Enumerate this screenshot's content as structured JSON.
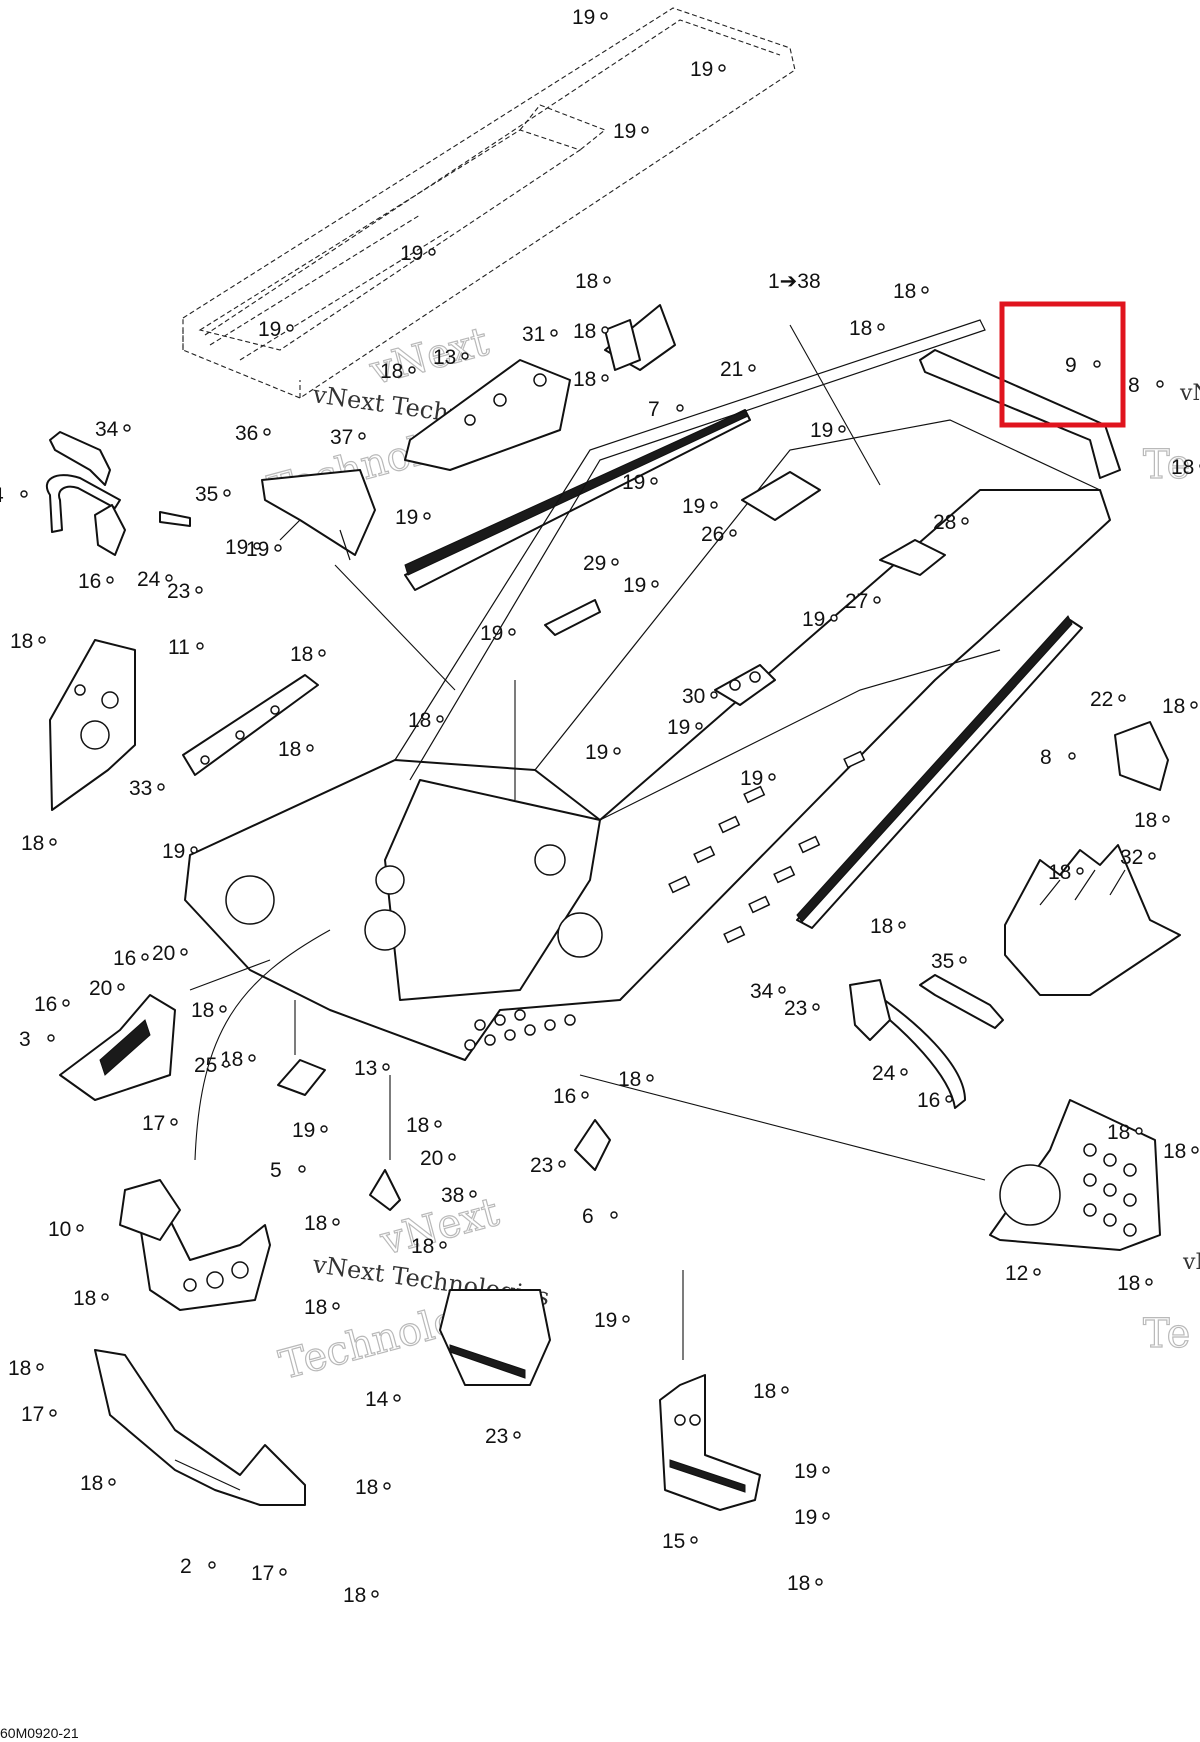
{
  "diagram": {
    "drawing_code": "60M0920-21",
    "highlight_color": "#e0141e",
    "watermark_text_line1": "vNext Technologies",
    "watermark_text_line2": "vNext",
    "watermark_text_line3": "Technologies",
    "watermark_edge_1": "vN",
    "watermark_edge_2": "Te",
    "arrow_ref_label": "1➔38",
    "callouts": [
      "19",
      "19",
      "19",
      "19",
      "19",
      "19",
      "18",
      "18",
      "18",
      "7",
      "31",
      "13",
      "18",
      "21",
      "36",
      "37",
      "34",
      "35",
      "4",
      "16",
      "24",
      "23",
      "19",
      "19",
      "19",
      "19",
      "19",
      "19",
      "26",
      "29",
      "19",
      "27",
      "19",
      "28",
      "30",
      "19",
      "22",
      "9",
      "8",
      "18",
      "18",
      "18",
      "18",
      "11",
      "18",
      "33",
      "18",
      "18",
      "19",
      "18",
      "19",
      "19",
      "18",
      "18",
      "18",
      "32",
      "8",
      "18",
      "18",
      "16",
      "20",
      "16",
      "20",
      "3",
      "25",
      "17",
      "18",
      "13",
      "19",
      "16",
      "18",
      "18",
      "35",
      "34",
      "23",
      "24",
      "16",
      "5",
      "20",
      "38",
      "18",
      "10",
      "18",
      "18",
      "18",
      "19",
      "14",
      "23",
      "18",
      "17",
      "18",
      "18",
      "2",
      "17",
      "18",
      "18",
      "19",
      "15",
      "19",
      "18",
      "23",
      "6",
      "18",
      "18",
      "12",
      "18",
      "18"
    ]
  }
}
